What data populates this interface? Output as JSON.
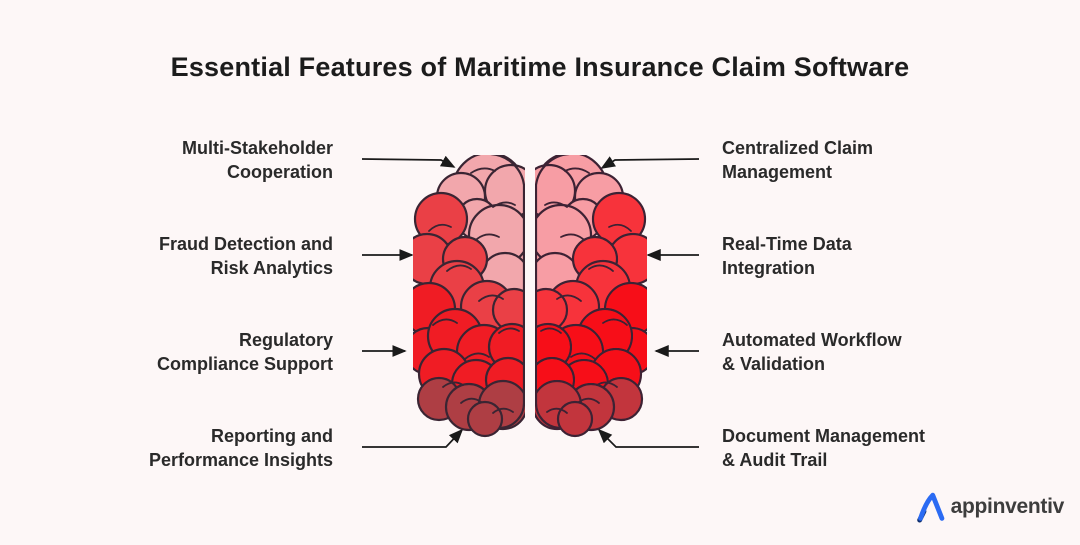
{
  "title": "Essential Features of Maritime Insurance Claim Software",
  "features": [
    {
      "id": "multi-stakeholder-cooperation",
      "side": "left",
      "lines": [
        "Multi-Stakeholder",
        "Cooperation"
      ]
    },
    {
      "id": "fraud-detection-risk-analytics",
      "side": "left",
      "lines": [
        "Fraud Detection and",
        "Risk Analytics"
      ]
    },
    {
      "id": "regulatory-compliance-support",
      "side": "left",
      "lines": [
        "Regulatory",
        "Compliance Support"
      ]
    },
    {
      "id": "reporting-performance-insights",
      "side": "left",
      "lines": [
        "Reporting and",
        "Performance Insights"
      ]
    },
    {
      "id": "centralized-claim-management",
      "side": "right",
      "lines": [
        "Centralized Claim",
        "Management"
      ]
    },
    {
      "id": "real-time-data-integration",
      "side": "right",
      "lines": [
        "Real-Time Data",
        "Integration"
      ]
    },
    {
      "id": "automated-workflow-validation",
      "side": "right",
      "lines": [
        "Automated Workflow",
        "& Validation"
      ]
    },
    {
      "id": "document-management-audit-trail",
      "side": "right",
      "lines": [
        "Document Management",
        "& Audit Trail"
      ]
    }
  ],
  "logo": {
    "text": "appinventiv"
  },
  "colors": {
    "background": "#FDF7F7",
    "title_text": "#1c1c1c",
    "label_text": "#2a2a2a",
    "arrow": "#1a1a1a",
    "brain_pink": "#F2A7AC",
    "brain_coral": "#EA4046",
    "brain_red": "#F01C24",
    "brain_maroon": "#AE3E44",
    "brain_outline": "#3A2533",
    "logo_blue": "#2B6BF3",
    "logo_navy": "#10306E",
    "logo_text": "#3d3d3d"
  }
}
